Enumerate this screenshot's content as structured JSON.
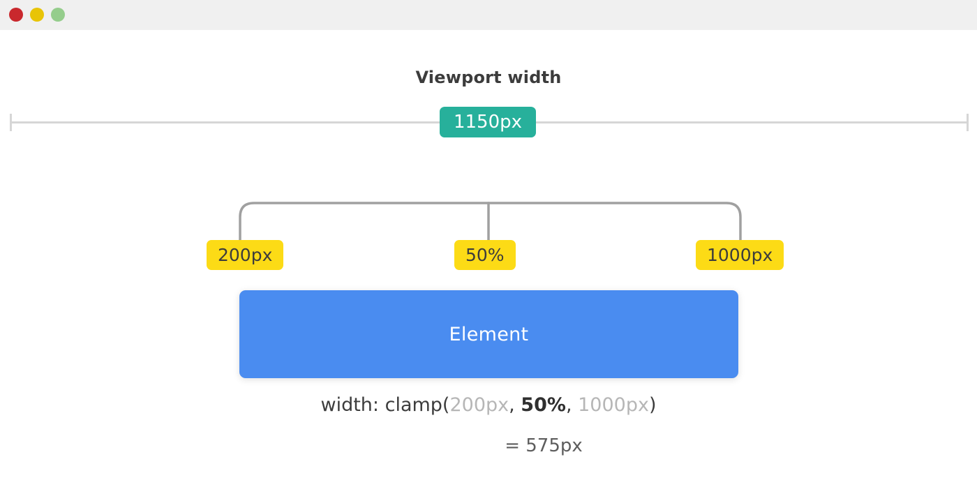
{
  "window": {
    "titlebar": {
      "background": "#f0f0f0",
      "buttons": [
        {
          "name": "close",
          "color": "#c9282d"
        },
        {
          "name": "minimize",
          "color": "#e8c407"
        },
        {
          "name": "maximize",
          "color": "#95cd8c"
        }
      ]
    }
  },
  "diagram": {
    "heading": "Viewport width",
    "viewport": {
      "badge_label": "1150px",
      "badge_color": "#27b09b",
      "ruler_color": "#d6d6d6"
    },
    "stops": [
      {
        "key": "min",
        "label": "200px",
        "role": "minimum"
      },
      {
        "key": "pref",
        "label": "50%",
        "role": "preferred"
      },
      {
        "key": "max",
        "label": "1000px",
        "role": "maximum"
      }
    ],
    "badge_color": "#fcdb16",
    "bracket_color": "#a0a0a0",
    "element": {
      "label": "Element",
      "color": "#4a8cf0"
    },
    "formula": {
      "property": "width: clamp(",
      "min": "200px",
      "sep1": ", ",
      "preferred": "50%",
      "sep2": ", ",
      "max": "1000px",
      "close": ")"
    },
    "result": "= 575px"
  }
}
